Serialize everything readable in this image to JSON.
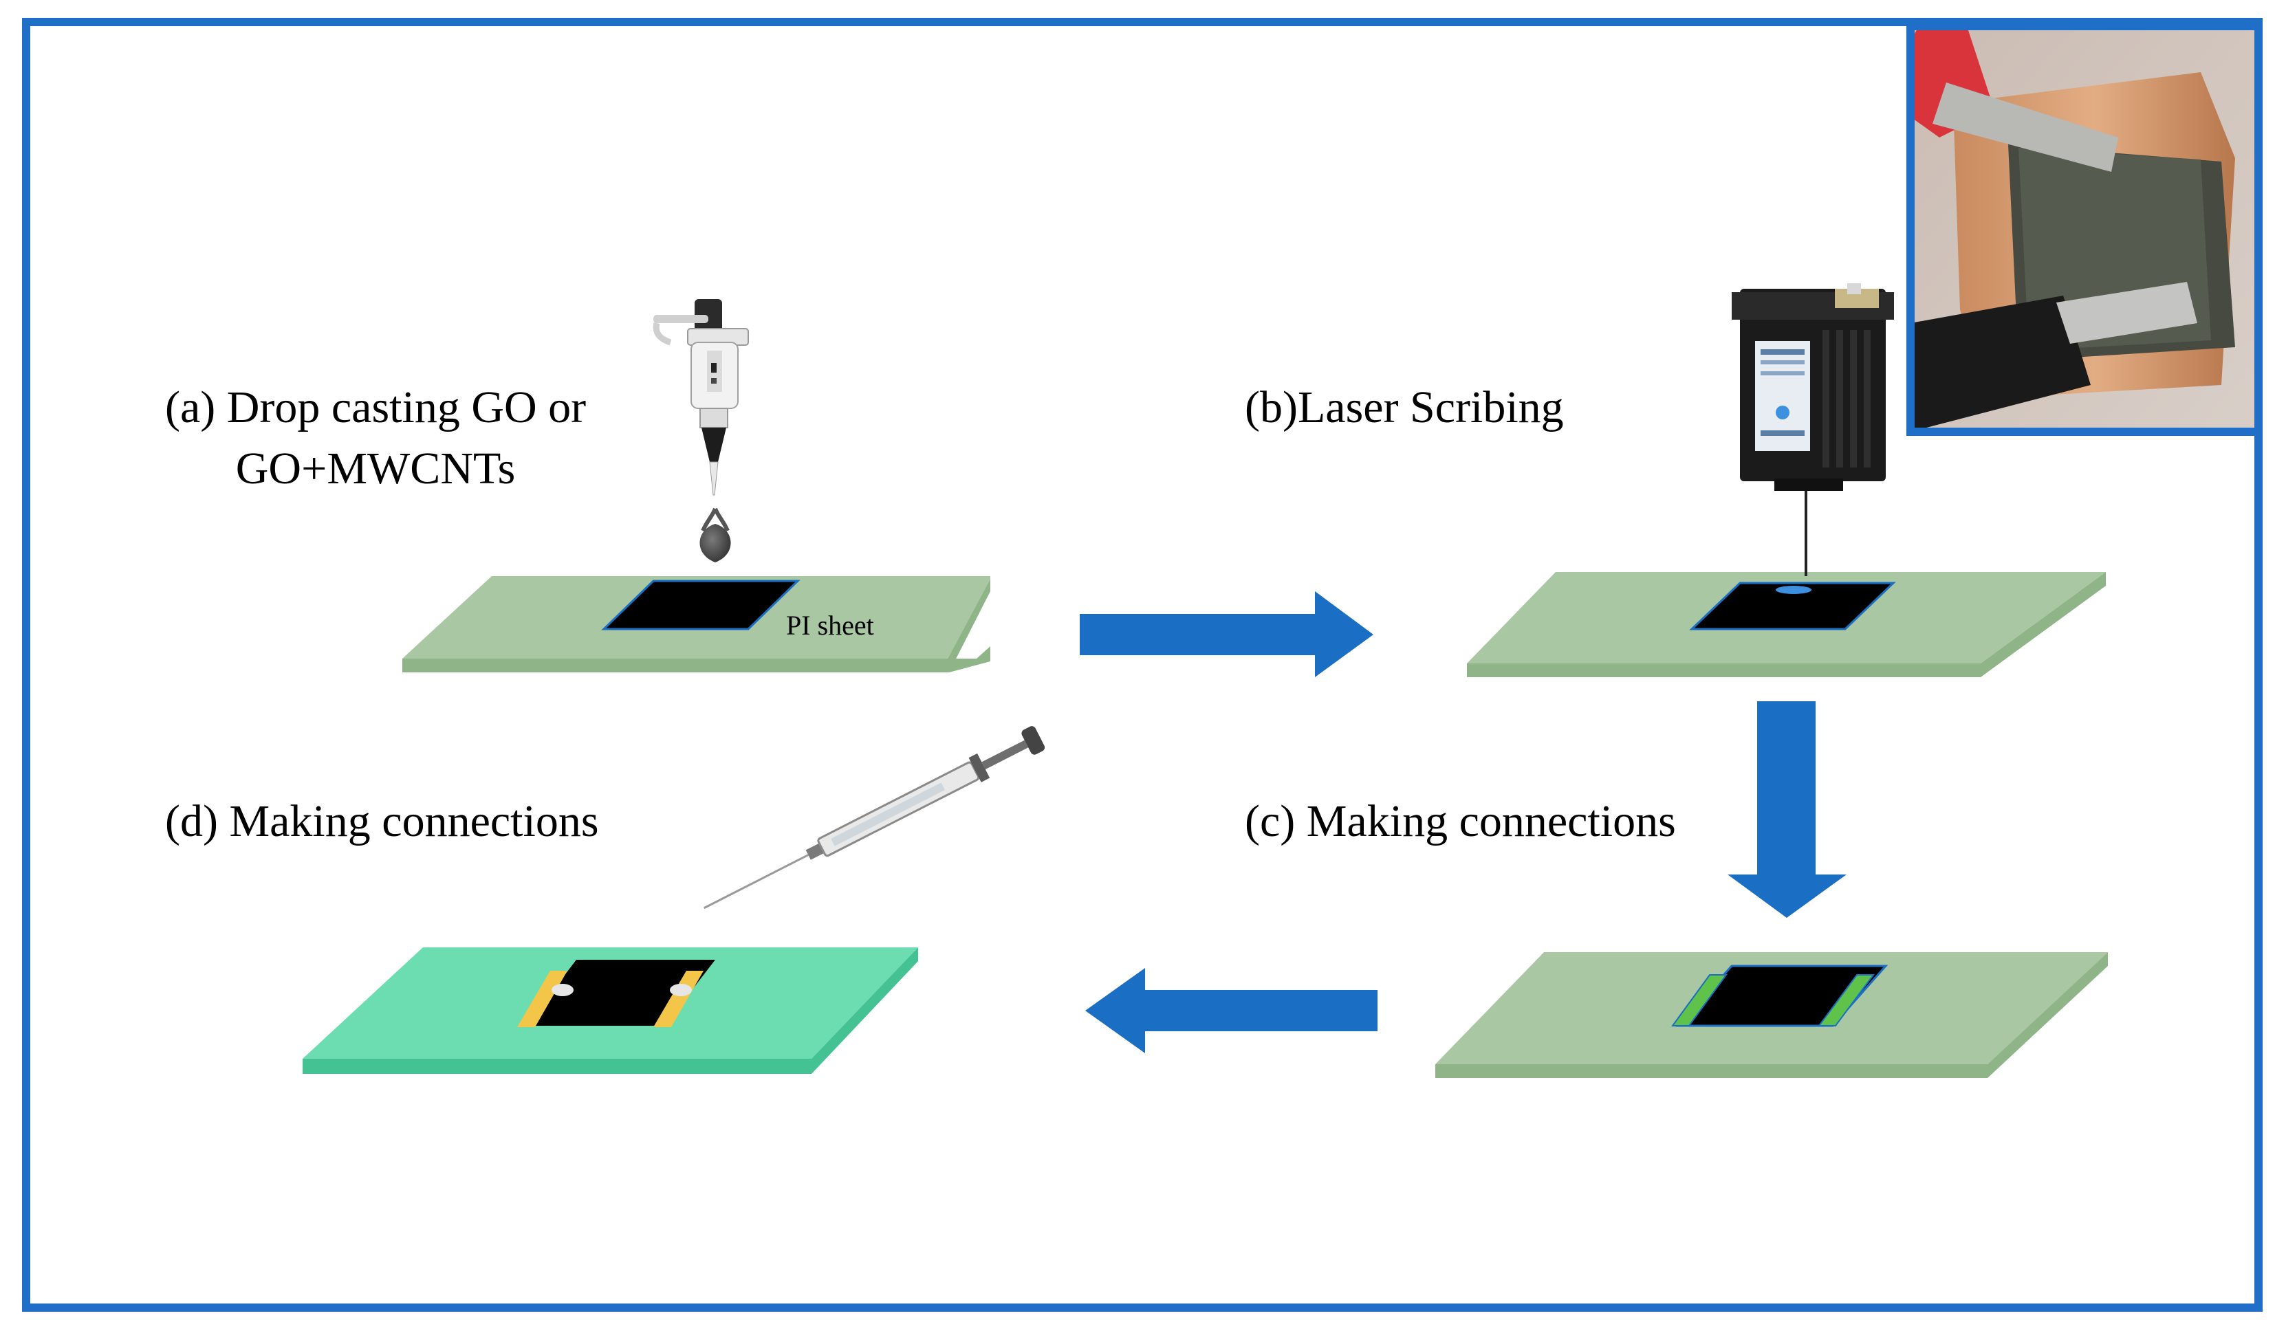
{
  "steps": {
    "a": {
      "line1": "(a) Drop casting GO or",
      "line2": "GO+MWCNTs"
    },
    "b": {
      "label": "(b)Laser Scribing"
    },
    "c": {
      "label": "(c) Making connections"
    },
    "d": {
      "label": "(d) Making connections"
    }
  },
  "pi_sheet_label": "PI sheet",
  "colors": {
    "frame": "#1f6fc9",
    "arrow": "#1a6ec4",
    "sheet_top": "#a9c7a3",
    "sheet_side": "#8fb488",
    "sheet_final_top": "#6cdcb1",
    "sheet_final_side": "#45c293",
    "film": "#000000",
    "electrode_green": "#5fc24a",
    "electrode_yellow": "#f3c64a"
  },
  "icons": {
    "pipette": "micropipette-icon",
    "laser": "laser-module-icon",
    "syringe": "syringe-icon",
    "photo": "device-photo"
  }
}
